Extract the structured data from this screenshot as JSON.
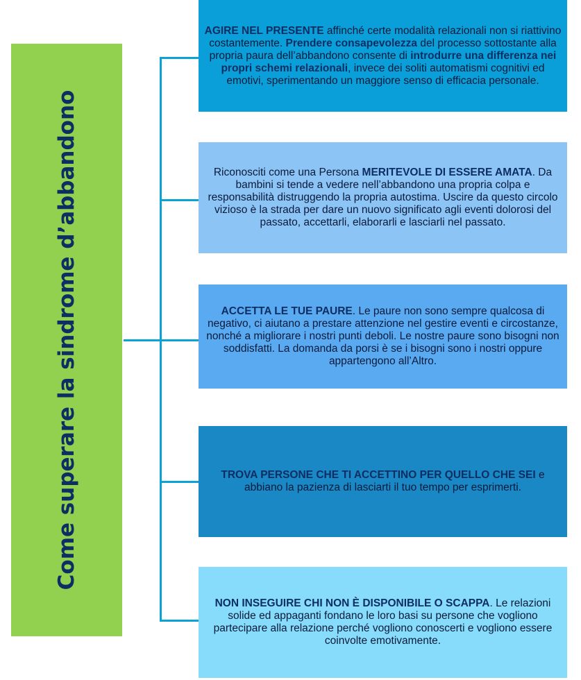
{
  "title": "Come superare la sindrome d’abbandono",
  "colors": {
    "title_bg": "#92d050",
    "title_text": "#0d2e63",
    "connector": "#0aa3d4",
    "box1": "#0a9fd9",
    "box2": "#8cc4f5",
    "box3": "#5aaaf2",
    "box4": "#1a88c5",
    "box5": "#86dcfa"
  },
  "boxes": [
    {
      "segments": [
        {
          "text": "AGIRE NEL PRESENTE",
          "bold": true
        },
        {
          "text": " affinché certe modalità relazionali non si riattivino costantemente. ",
          "bold": false
        },
        {
          "text": "Prendere consapevolezza",
          "bold": true
        },
        {
          "text": " del processo sottostante alla propria paura dell’abbandono consente di ",
          "bold": false
        },
        {
          "text": "introdurre una differenza nei propri schemi relazionali",
          "bold": true
        },
        {
          "text": ", invece dei soliti automatismi cognitivi ed emotivi, sperimentando un maggiore senso di efficacia personale.",
          "bold": false
        }
      ]
    },
    {
      "segments": [
        {
          "text": "Riconosciti come una Persona ",
          "bold": false
        },
        {
          "text": "MERITEVOLE DI ESSERE AMATA",
          "bold": true
        },
        {
          "text": ". Da bambini si tende a vedere nell’abbandono una propria colpa e responsabilità distruggendo la propria autostima. Uscire da questo circolo vizioso è la strada per dare un nuovo significato agli eventi dolorosi del passato, accettarli, elaborarli e lasciarli nel passato.",
          "bold": false
        }
      ]
    },
    {
      "segments": [
        {
          "text": "ACCETTA LE TUE PAURE",
          "bold": true
        },
        {
          "text": ". Le paure non sono sempre qualcosa di negativo, ci aiutano a prestare attenzione nel gestire eventi e circostanze, nonché a migliorare i nostri punti deboli. Le nostre paure sono bisogni non soddisfatti. La domanda da porsi è se i bisogni sono i nostri oppure appartengono all’Altro.",
          "bold": false
        }
      ]
    },
    {
      "segments": [
        {
          "text": "TROVA PERSONE CHE TI ACCETTINO PER QUELLO CHE SEI",
          "bold": true
        },
        {
          "text": " e abbiano la pazienza di lasciarti il tuo tempo per esprimerti.",
          "bold": false
        }
      ]
    },
    {
      "segments": [
        {
          "text": "NON INSEGUIRE CHI NON È DISPONIBILE O SCAPPA",
          "bold": true
        },
        {
          "text": ". Le relazioni solide ed appaganti fondano le loro basi su persone che vogliono partecipare alla relazione perché vogliono conoscerti e vogliono essere coinvolte emotivamente.",
          "bold": false
        }
      ]
    }
  ]
}
